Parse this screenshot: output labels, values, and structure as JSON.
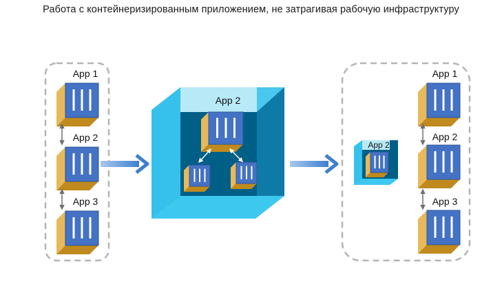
{
  "title": "Работа с контейнеризированным приложением, не затрагивая рабочую инфраструктуру",
  "left_group": {
    "apps": [
      "App 1",
      "App 2",
      "App 3"
    ]
  },
  "container": {
    "app_label": "App 2"
  },
  "right_group": {
    "container_app_label": "App 2",
    "apps": [
      "App 1",
      "App 2",
      "App 3"
    ]
  },
  "colors": {
    "app_face": "#4472c4",
    "app_side": "#e7b95a",
    "app_top": "#f6d98a",
    "app_edge": "#c08a1e",
    "app_stripe": "#ffffff",
    "container_front": "#29b7e6",
    "container_inner": "#005f86",
    "container_light": "#b8e9f7",
    "container_side": "#1f97c4",
    "arrow": "#4f8fd8",
    "dashed": "#b4b4b4",
    "connector": "#6f6f6f"
  }
}
